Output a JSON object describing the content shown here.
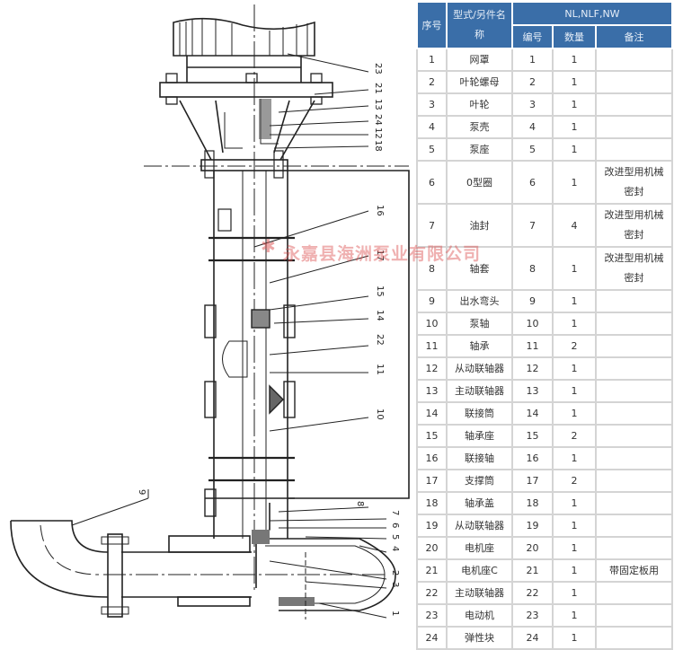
{
  "table": {
    "headers": {
      "seq": "序号",
      "name": "型式/另件名称",
      "group": "NL,NLF,NW",
      "code": "编号",
      "qty": "数量",
      "note": "备注"
    },
    "rows": [
      {
        "seq": "1",
        "name": "网罩",
        "code": "1",
        "qty": "1",
        "note": ""
      },
      {
        "seq": "2",
        "name": "叶轮螺母",
        "code": "2",
        "qty": "1",
        "note": ""
      },
      {
        "seq": "3",
        "name": "叶轮",
        "code": "3",
        "qty": "1",
        "note": ""
      },
      {
        "seq": "4",
        "name": "泵壳",
        "code": "4",
        "qty": "1",
        "note": ""
      },
      {
        "seq": "5",
        "name": "泵座",
        "code": "5",
        "qty": "1",
        "note": ""
      },
      {
        "seq": "6",
        "name": "0型圈",
        "code": "6",
        "qty": "1",
        "note": "改进型用机械密封"
      },
      {
        "seq": "7",
        "name": "油封",
        "code": "7",
        "qty": "4",
        "note": "改进型用机械密封"
      },
      {
        "seq": "8",
        "name": "轴套",
        "code": "8",
        "qty": "1",
        "note": "改进型用机械密封"
      },
      {
        "seq": "9",
        "name": "出水弯头",
        "code": "9",
        "qty": "1",
        "note": ""
      },
      {
        "seq": "10",
        "name": "泵轴",
        "code": "10",
        "qty": "1",
        "note": ""
      },
      {
        "seq": "11",
        "name": "轴承",
        "code": "11",
        "qty": "2",
        "note": ""
      },
      {
        "seq": "12",
        "name": "从动联轴器",
        "code": "12",
        "qty": "1",
        "note": ""
      },
      {
        "seq": "13",
        "name": "主动联轴器",
        "code": "13",
        "qty": "1",
        "note": ""
      },
      {
        "seq": "14",
        "name": "联接筒",
        "code": "14",
        "qty": "1",
        "note": ""
      },
      {
        "seq": "15",
        "name": "轴承座",
        "code": "15",
        "qty": "2",
        "note": ""
      },
      {
        "seq": "16",
        "name": "联接轴",
        "code": "16",
        "qty": "1",
        "note": ""
      },
      {
        "seq": "17",
        "name": "支撑筒",
        "code": "17",
        "qty": "2",
        "note": ""
      },
      {
        "seq": "18",
        "name": "轴承盖",
        "code": "18",
        "qty": "1",
        "note": ""
      },
      {
        "seq": "19",
        "name": "从动联轴器",
        "code": "19",
        "qty": "1",
        "note": ""
      },
      {
        "seq": "20",
        "name": "电机座",
        "code": "20",
        "qty": "1",
        "note": ""
      },
      {
        "seq": "21",
        "name": "电机座C",
        "code": "21",
        "qty": "1",
        "note": "带固定板用"
      },
      {
        "seq": "22",
        "name": "主动联轴器",
        "code": "22",
        "qty": "1",
        "note": ""
      },
      {
        "seq": "23",
        "name": "电动机",
        "code": "23",
        "qty": "1",
        "note": ""
      },
      {
        "seq": "24",
        "name": "弹性块",
        "code": "24",
        "qty": "1",
        "note": ""
      }
    ]
  },
  "drawing": {
    "labels_top": [
      "23",
      "21",
      "13",
      "24",
      "12",
      "18"
    ],
    "labels_mid": [
      "16",
      "17",
      "15",
      "14",
      "22",
      "11",
      "10"
    ],
    "labels_bottom": [
      "8",
      "7",
      "6",
      "5",
      "4",
      "2",
      "3",
      "1"
    ],
    "label_outlet": "9"
  },
  "watermark": "永嘉县海洲泵业有限公司",
  "colors": {
    "header_bg": "#3a6ea8",
    "grid": "#d4d4d4",
    "watermark": "#dc5050"
  }
}
